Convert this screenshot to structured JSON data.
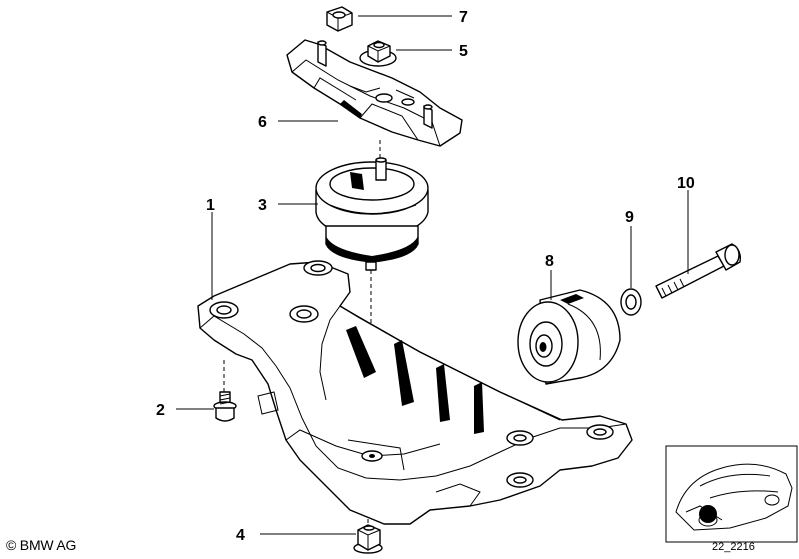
{
  "callouts": [
    {
      "id": "1",
      "label": "1"
    },
    {
      "id": "2",
      "label": "2"
    },
    {
      "id": "3",
      "label": "3"
    },
    {
      "id": "4",
      "label": "4"
    },
    {
      "id": "5",
      "label": "5"
    },
    {
      "id": "6",
      "label": "6"
    },
    {
      "id": "7",
      "label": "7"
    },
    {
      "id": "8",
      "label": "8"
    },
    {
      "id": "9",
      "label": "9"
    },
    {
      "id": "10",
      "label": "10"
    }
  ],
  "footer": {
    "copyright": "© BMW AG",
    "reference": "22_2216"
  }
}
